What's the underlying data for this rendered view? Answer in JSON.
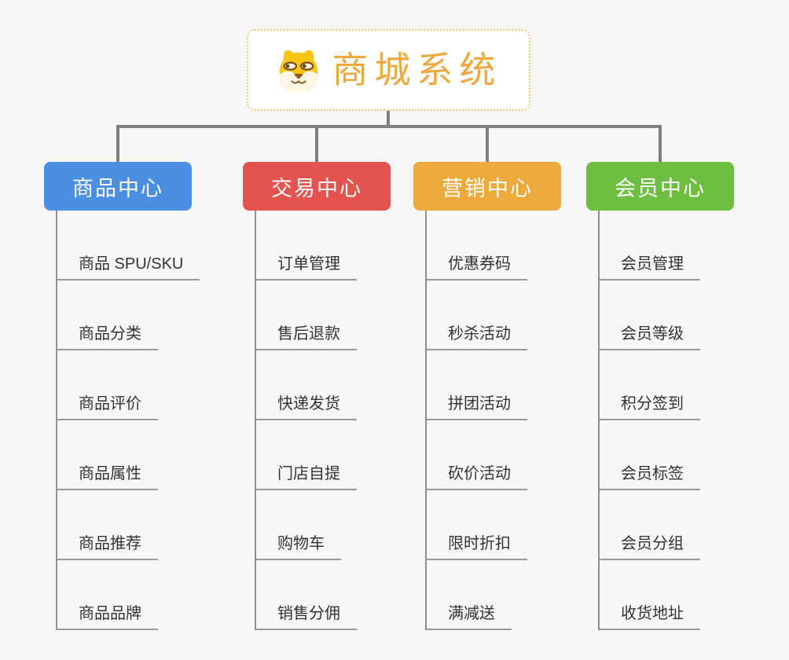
{
  "page": {
    "background": "#f7f7f7"
  },
  "root": {
    "title": "商城系统",
    "icon": "shiba-dog-icon",
    "text_color": "#efa73e",
    "border_color": "#f3c581",
    "fill": "#ffffff"
  },
  "connector_color": "#7f7f7f",
  "item_style": {
    "text_color": "#333333",
    "underline_color": "#9a9a9a"
  },
  "branches": [
    {
      "label": "商品中心",
      "color": "#4b8fe2",
      "items": [
        "商品 SPU/SKU",
        "商品分类",
        "商品评价",
        "商品属性",
        "商品推荐",
        "商品品牌"
      ]
    },
    {
      "label": "交易中心",
      "color": "#e4544e",
      "items": [
        "订单管理",
        "售后退款",
        "快递发货",
        "门店自提",
        "购物车",
        "销售分佣"
      ]
    },
    {
      "label": "营销中心",
      "color": "#eca93c",
      "items": [
        "优惠券码",
        "秒杀活动",
        "拼团活动",
        "砍价活动",
        "限时折扣",
        "满减送"
      ]
    },
    {
      "label": "会员中心",
      "color": "#6ebe41",
      "items": [
        "会员管理",
        "会员等级",
        "积分签到",
        "会员标签",
        "会员分组",
        "收货地址"
      ]
    }
  ]
}
